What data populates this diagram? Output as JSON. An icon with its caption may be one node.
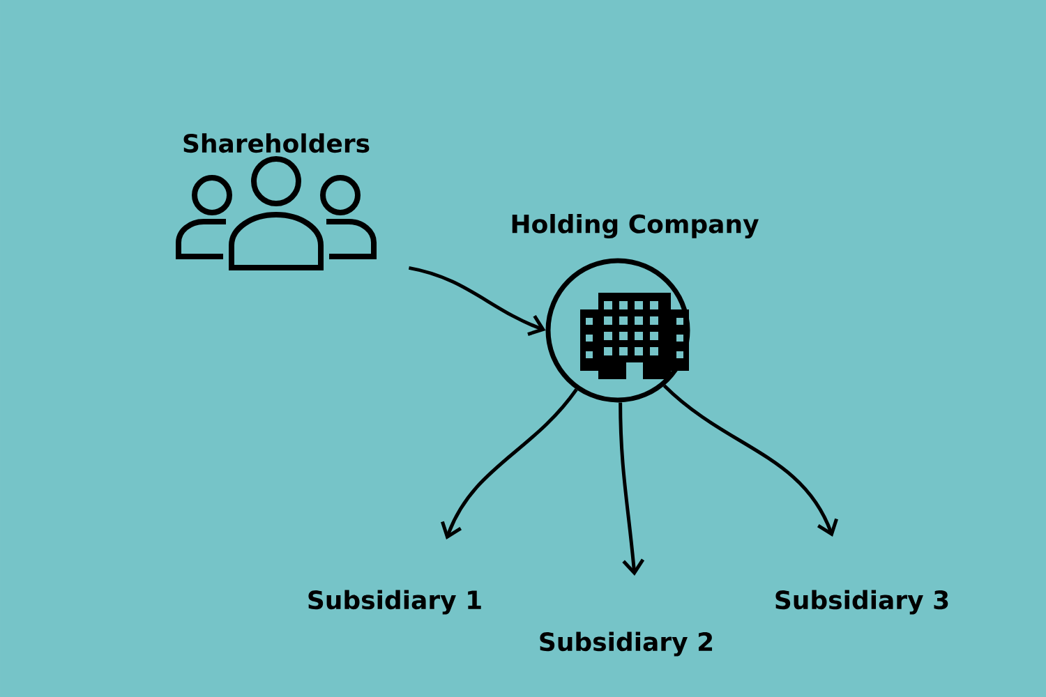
{
  "diagram": {
    "nodes": [
      {
        "text": [
          "Shareholders"
        ]
      },
      {
        "text": [
          "Holding Company"
        ]
      },
      {
        "text": [
          "Subsidiary 1"
        ]
      },
      {
        "text": [
          "Subsidiary 2"
        ]
      },
      {
        "text": [
          "Subsidiary 3"
        ]
      }
    ],
    "edges": [
      {
        "from": 0,
        "to": 1,
        "arrow": "to"
      },
      {
        "from": 1,
        "to": 2,
        "arrow": "to"
      },
      {
        "from": 1,
        "to": 3,
        "arrow": "to"
      },
      {
        "from": 1,
        "to": 4,
        "arrow": "to"
      }
    ]
  }
}
